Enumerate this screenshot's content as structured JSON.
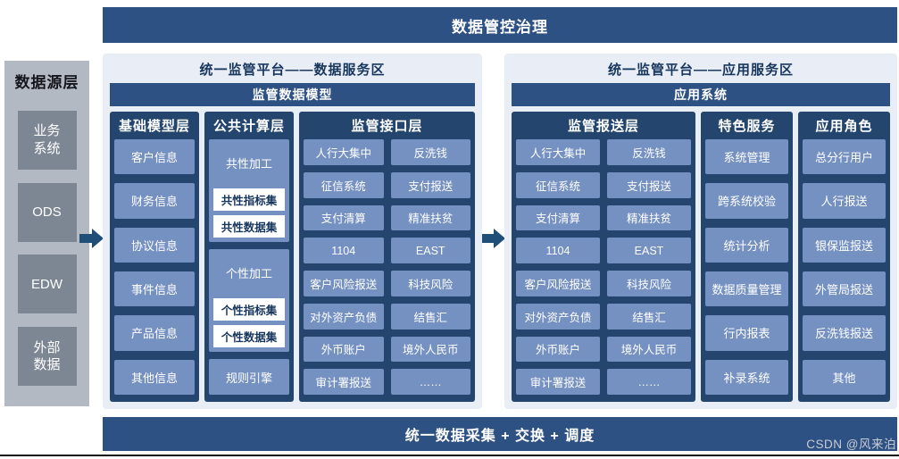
{
  "banners": {
    "top": "数据管控治理",
    "bottom": "统一数据采集 + 交换 + 调度"
  },
  "watermark": "CSDN @风来泊",
  "source_layer": {
    "title": "数据源层",
    "items": [
      "业务\n系统",
      "ODS",
      "EDW",
      "外部\n数据"
    ]
  },
  "data_service": {
    "title": "统一监管平台——数据服务区",
    "bar": "监管数据模型",
    "columns": {
      "base_model": {
        "title": "基础模型层",
        "items": [
          "客户信息",
          "财务信息",
          "协议信息",
          "事件信息",
          "产品信息",
          "其他信息"
        ]
      },
      "common_compute": {
        "title": "公共计算层",
        "groups": [
          {
            "label": "共性加工",
            "boxes": [
              "共性指标集",
              "共性数据集"
            ]
          },
          {
            "label": "个性加工",
            "boxes": [
              "个性指标集",
              "个性数据集"
            ]
          }
        ],
        "footer": "规则引擎"
      },
      "interface": {
        "title": "监管接口层",
        "items": [
          "人行大集中",
          "反洗钱",
          "征信系统",
          "支付报送",
          "支付清算",
          "精准扶贫",
          "1104",
          "EAST",
          "客户风险报送",
          "科技风险",
          "对外资产负债",
          "结售汇",
          "外币账户",
          "境外人民币",
          "审计署报送",
          "……"
        ]
      }
    }
  },
  "app_service": {
    "title": "统一监管平台——应用服务区",
    "bar": "应用系统",
    "columns": {
      "report": {
        "title": "监管报送层",
        "items": [
          "人行大集中",
          "反洗钱",
          "征信系统",
          "支付报送",
          "支付清算",
          "精准扶贫",
          "1104",
          "EAST",
          "客户风险报送",
          "科技风险",
          "对外资产负债",
          "结售汇",
          "外币账户",
          "境外人民币",
          "审计署报送",
          "……"
        ]
      },
      "special": {
        "title": "特色服务",
        "items": [
          "系统管理",
          "跨系统校验",
          "统计分析",
          "数据质量管理",
          "行内报表",
          "补录系统"
        ]
      },
      "roles": {
        "title": "应用角色",
        "items": [
          "总分行用户",
          "人行报送",
          "银保监报送",
          "外管局报送",
          "反洗钱报送",
          "其他"
        ]
      }
    }
  },
  "colors": {
    "bar-blue": "#2e5183",
    "col-navy": "#24466e",
    "item-blue": "#7591c2",
    "panel-bg": "#e9edf6",
    "sidebar-bg": "#b3b9c3",
    "sidebar-box": "#7d8794",
    "text-navy": "#17365d",
    "arrow-blue": "#1f4e79",
    "watermark": "#c8ccd5"
  }
}
